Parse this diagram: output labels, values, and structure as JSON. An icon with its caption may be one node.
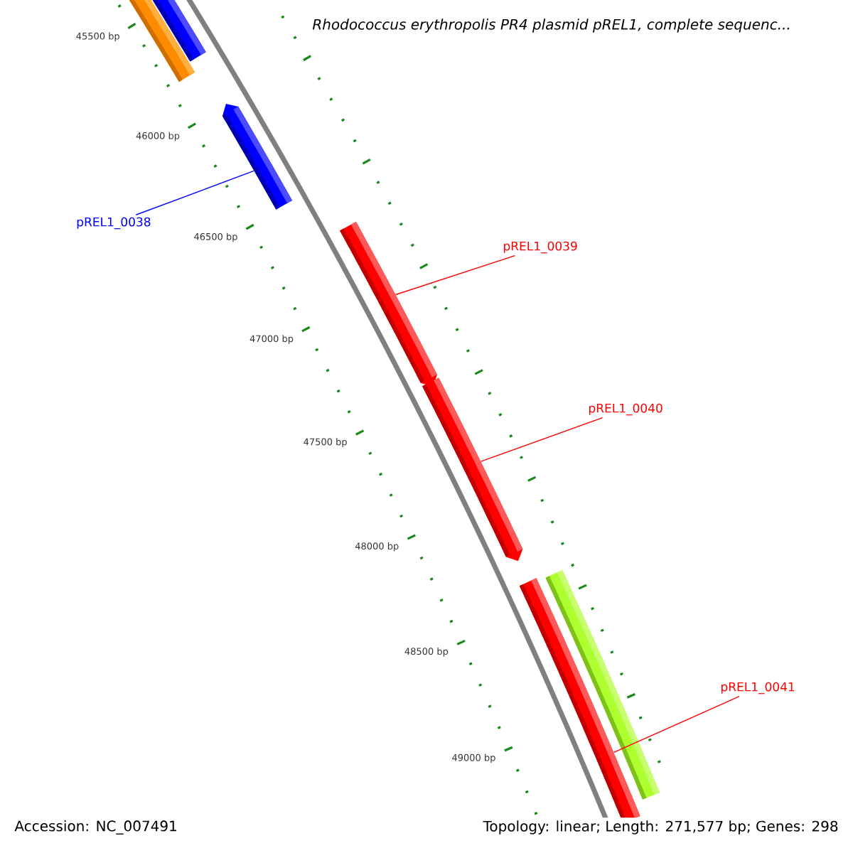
{
  "diagram": {
    "title": "Rhodococcus erythropolis PR4 plasmid pREL1, complete sequenc...",
    "nodes": [
      {
        "text": [],
        "shape": "bar"
      },
      {
        "text": [],
        "shape": "bar"
      },
      {
        "text": [],
        "shape": "bar"
      },
      {
        "text": [
          "pREL1_0038"
        ]
      },
      {
        "text": [],
        "shape": "bar"
      },
      {
        "text": [
          "pREL1_0039"
        ]
      },
      {
        "text": [],
        "shape": "bar"
      },
      {
        "text": [
          "pREL1_0040"
        ]
      },
      {
        "text": [],
        "shape": "bar"
      },
      {
        "text": [],
        "shape": "bar"
      },
      {
        "text": [
          "pREL1_0041"
        ]
      }
    ],
    "edges": [
      {
        "from": 3,
        "to": 2,
        "arrow": "none",
        "color": "#0000ff"
      },
      {
        "from": 5,
        "to": 4,
        "arrow": "none"
      },
      {
        "from": 7,
        "to": 6,
        "arrow": "none"
      },
      {
        "from": 10,
        "to": 8,
        "arrow": "none"
      }
    ],
    "labels": [
      "45500 bp",
      "46000 bp",
      "46500 bp",
      "47000 bp",
      "47500 bp",
      "48000 bp",
      "48500 bp",
      "49000 bp",
      "Accession: NC_007491",
      "Topology: linear; Length: 271,577 bp; Genes: 298"
    ]
  }
}
